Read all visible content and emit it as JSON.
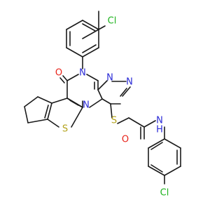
{
  "atom_labels": {
    "cl_top": "Cl",
    "cl_bottom": "Cl",
    "o_carbonyl_ring": "O",
    "o_amide": "O",
    "n_ring_a": "N",
    "n_ring_b": "N",
    "n_ring_c": "N",
    "n_ring_d": "N",
    "s_thiophene": "S",
    "s_thioether": "S",
    "n_amide": "N",
    "h_amide": "H"
  },
  "colors": {
    "background": "#ffffff",
    "bond": "#1a1a1a",
    "chlorine": "#1db21d",
    "oxygen": "#e8231a",
    "nitrogen": "#2a2ad6",
    "sulfur": "#b3a21a"
  }
}
